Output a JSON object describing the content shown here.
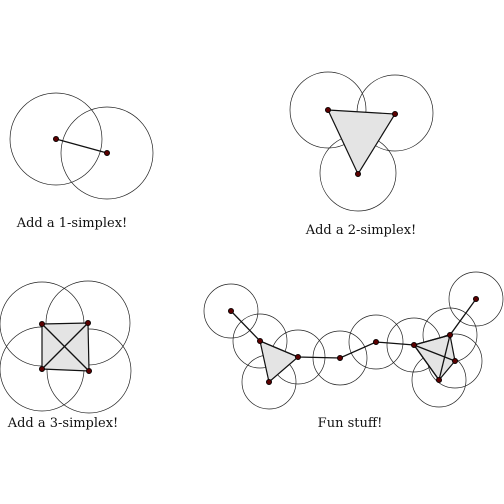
{
  "colors": {
    "vertex": "#5a0000",
    "simplex_fill": "#e4e4e4",
    "stroke": "#111111"
  },
  "panels": [
    {
      "caption": "Add a 1-simplex!"
    },
    {
      "caption": "Add a 2-simplex!"
    },
    {
      "caption": "Add a 3-simplex!"
    },
    {
      "caption": "Fun stuff!"
    }
  ]
}
